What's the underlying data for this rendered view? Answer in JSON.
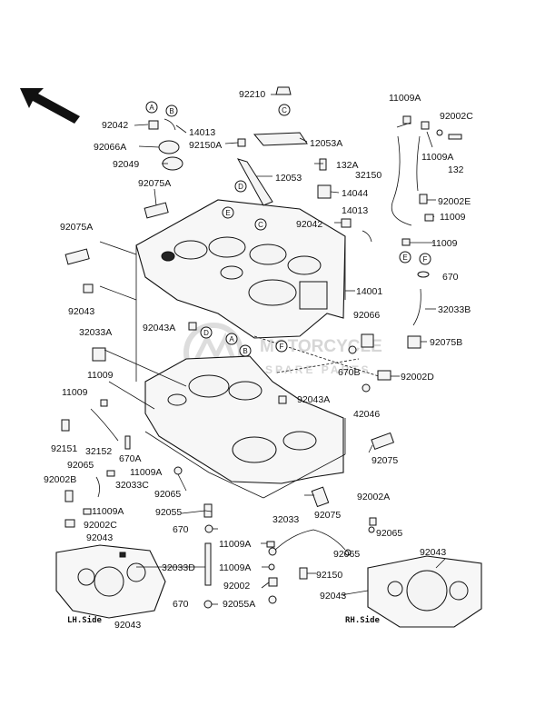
{
  "diagram": {
    "watermark": {
      "word1": "MOTORCYCLE",
      "word2": "SPARE PARTS"
    },
    "side_labels": {
      "left": "LH.Side",
      "right": "RH.Side"
    },
    "callout_letters": [
      "A",
      "B",
      "C",
      "D",
      "E",
      "F"
    ],
    "part_numbers": [
      "92210",
      "11009A",
      "92002C",
      "92042",
      "14013",
      "92066A",
      "92150A",
      "12053A",
      "92049",
      "132A",
      "11009A",
      "32150",
      "132",
      "92075A",
      "12053",
      "14044",
      "92002E",
      "11009",
      "92042",
      "14013",
      "11009",
      "92075A",
      "670",
      "14001",
      "92043",
      "32033B",
      "92066",
      "92075B",
      "92043A",
      "32033A",
      "670B",
      "92002D",
      "11009",
      "92043A",
      "11009",
      "42046",
      "92151",
      "32152",
      "670A",
      "92065",
      "92075",
      "11009A",
      "32033C",
      "92002B",
      "92065",
      "92002A",
      "92055",
      "92075",
      "11009A",
      "92065",
      "92002C",
      "670",
      "32033",
      "92043",
      "11009A",
      "92065",
      "92043",
      "32033D",
      "11009A",
      "92150",
      "92002",
      "92043",
      "670",
      "92055A",
      "92043"
    ]
  }
}
